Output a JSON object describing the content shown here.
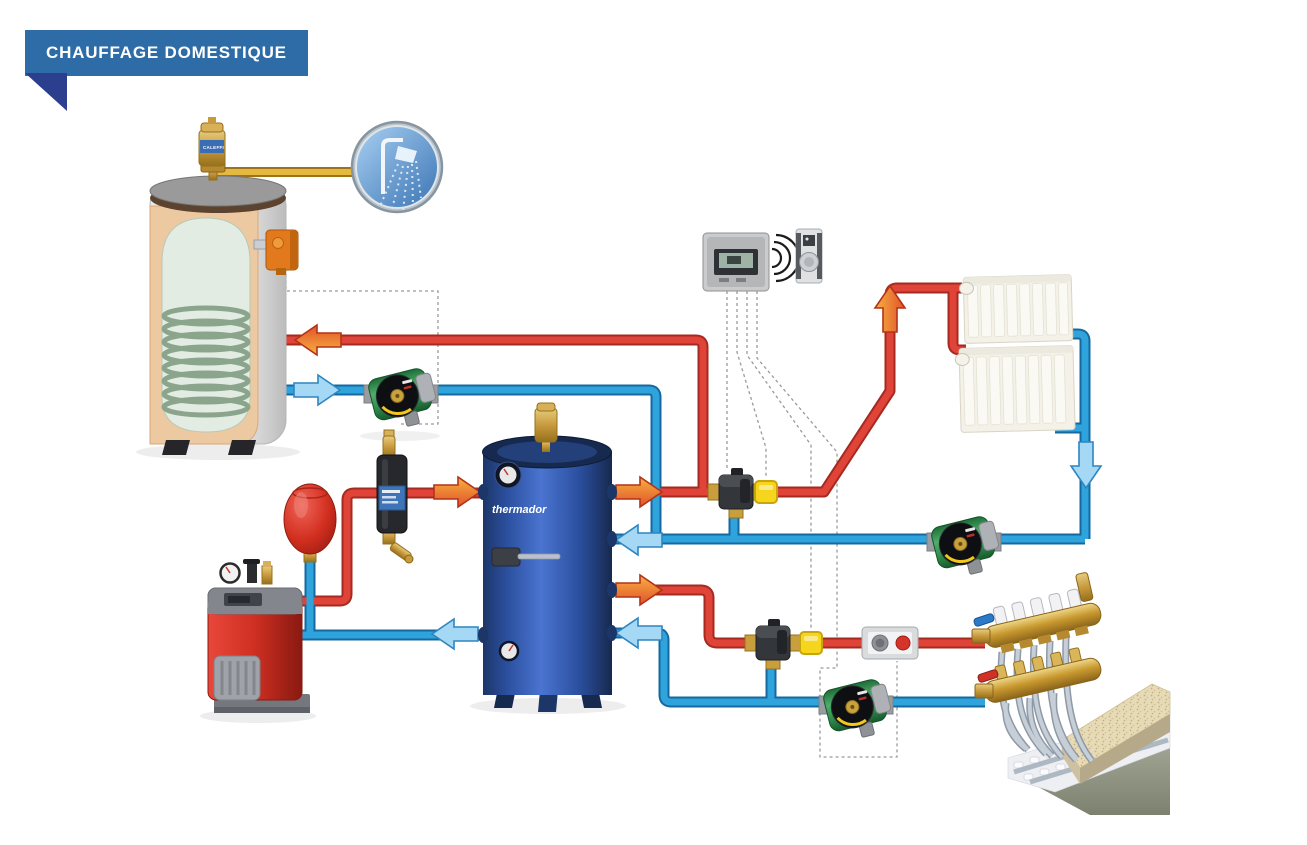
{
  "badge": {
    "label": "CHAUFFAGE DOMESTIQUE",
    "bg": "#2d6ca6",
    "fold": "#2c3f8f"
  },
  "labels": {
    "buffer_brand": "thermador",
    "air_vent": "CALEFFI"
  },
  "colors": {
    "hot_pipe": "#e04337",
    "cold_pipe": "#2fa3dc",
    "dhw_pipe": "#e5b93f",
    "control_wire": "#999999",
    "pump_green": "#2e8b4a",
    "buffer_blue": "#2b4f9e",
    "boiler_red": "#cf2f22",
    "arrow_hot": "#ee8b33",
    "arrow_cold": "#a5d8f5"
  },
  "components": [
    {
      "id": "hot-water-cylinder",
      "label": "domestic hot water cylinder with coil"
    },
    {
      "id": "air-vent",
      "label": "automatic air vent"
    },
    {
      "id": "shower",
      "label": "shower outlet"
    },
    {
      "id": "cylinder-sensor",
      "label": "cylinder thermostat sensor"
    },
    {
      "id": "room-thermostat",
      "label": "wireless room thermostat"
    },
    {
      "id": "wireless-receiver",
      "label": "radio receiver"
    },
    {
      "id": "radiators",
      "label": "panel radiators"
    },
    {
      "id": "buffer-tank",
      "label": "buffer tank"
    },
    {
      "id": "boiler",
      "label": "boiler"
    },
    {
      "id": "expansion-vessel",
      "label": "expansion vessel"
    },
    {
      "id": "magnetic-filter",
      "label": "magnetic dirt filter"
    },
    {
      "id": "pump-dhw",
      "label": "circulator pump - cylinder loading"
    },
    {
      "id": "pump-radiators",
      "label": "circulator pump - radiator circuit"
    },
    {
      "id": "pump-floor",
      "label": "circulator pump - floor circuit"
    },
    {
      "id": "mixing-valve-radiators",
      "label": "3-way mixing valve - radiators"
    },
    {
      "id": "mixing-valve-floor",
      "label": "3-way mixing valve - floor"
    },
    {
      "id": "safety-thermostat",
      "label": "safety limit thermostat"
    },
    {
      "id": "floor-manifold",
      "label": "underfloor heating manifold"
    },
    {
      "id": "underfloor-heating",
      "label": "underfloor heating slab"
    }
  ]
}
